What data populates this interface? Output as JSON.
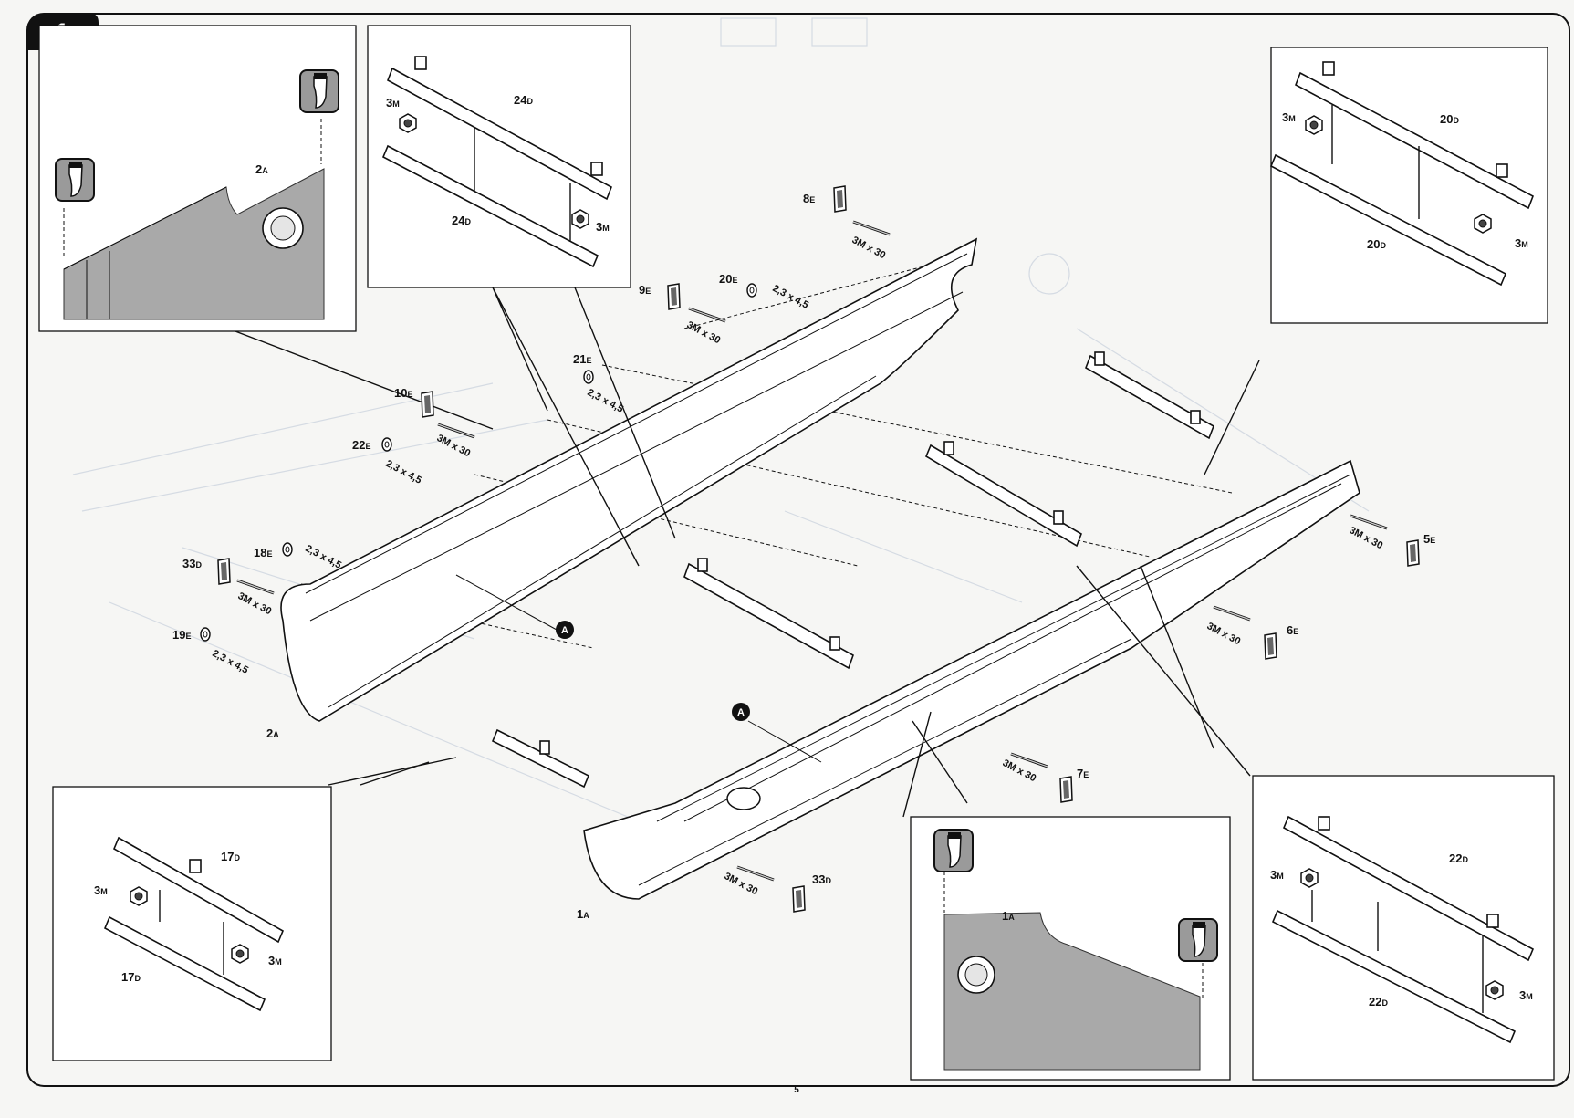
{
  "step": {
    "number": "1"
  },
  "page": {
    "number": "5"
  },
  "callouts": {
    "assembly_marker": "A"
  },
  "parts": {
    "p24d_top": "24",
    "p24d_bot": "24",
    "p20d_top": "20",
    "p20d_bot": "20",
    "p22d_top": "22",
    "p22d_bot": "22",
    "p17d_top": "17",
    "p17d_bot": "17",
    "p2a_inset": "2",
    "p1a_inset": "1",
    "p2a": "2",
    "p1a": "1",
    "p8e": "8",
    "p9e": "9",
    "p10e": "10",
    "p20e": "20",
    "p21e": "21",
    "p22e": "22",
    "p18e": "18",
    "p19e": "19",
    "p33d_l": "33",
    "p33d_r": "33",
    "p5e": "5",
    "p6e": "6",
    "p7e": "7"
  },
  "sprues": {
    "A": "A",
    "D": "D",
    "E": "E",
    "M": "M"
  },
  "hardware": {
    "nut_number": "3",
    "screw": "3M x 30",
    "washer": "2,3 x 4,5"
  },
  "colors": {
    "line": "#111111",
    "shade": "#a9a9a9",
    "paper": "#f6f6f4"
  },
  "icons": [
    "cutter-knife-icon",
    "assembly-marker-icon",
    "nut-icon",
    "screw-icon",
    "washer-icon"
  ]
}
